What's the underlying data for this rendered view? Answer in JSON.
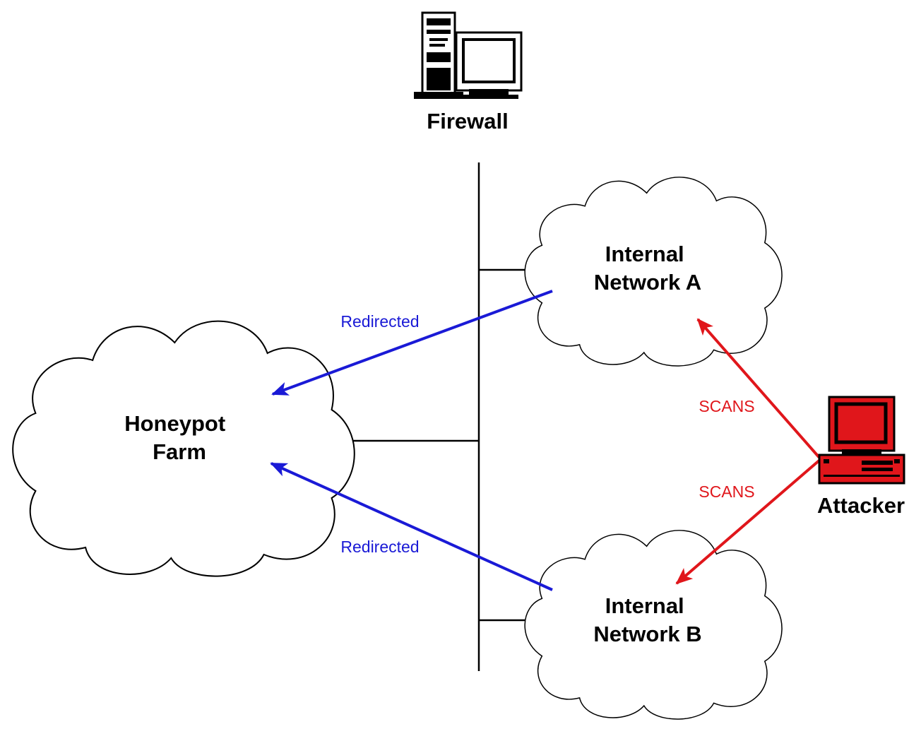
{
  "diagram": {
    "nodes": {
      "firewall": {
        "label": "Firewall",
        "icon": "server-with-monitor-icon"
      },
      "honeypot_farm": {
        "line1": "Honeypot",
        "line2": "Farm",
        "icon": "cloud-icon"
      },
      "network_a": {
        "line1": "Internal",
        "line2": "Network A",
        "icon": "cloud-icon"
      },
      "network_b": {
        "line1": "Internal",
        "line2": "Network B",
        "icon": "cloud-icon"
      },
      "attacker": {
        "label": "Attacker",
        "icon": "desktop-computer-icon"
      }
    },
    "edges": {
      "redirect_a": {
        "from": "network_a",
        "to": "honeypot_farm",
        "label": "Redirected"
      },
      "redirect_b": {
        "from": "network_b",
        "to": "honeypot_farm",
        "label": "Redirected"
      },
      "scan_a": {
        "from": "attacker",
        "to": "network_a",
        "label": "SCANS"
      },
      "scan_b": {
        "from": "attacker",
        "to": "network_b",
        "label": "SCANS"
      }
    },
    "colors": {
      "redirect": "#1a1ad6",
      "scan": "#e0161b",
      "attacker_fill": "#e0161b",
      "line": "#000000",
      "background": "#ffffff"
    }
  }
}
